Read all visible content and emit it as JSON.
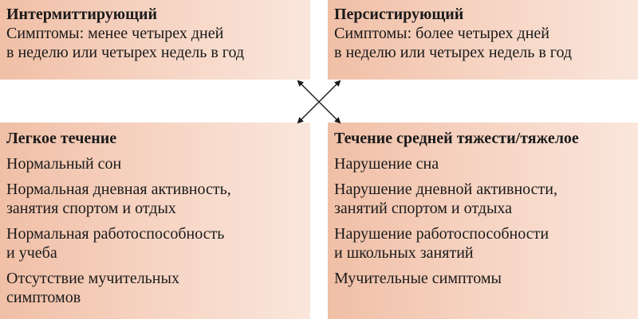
{
  "top_left": {
    "title": "Интермиттирующий",
    "line1": "Симптомы: менее четырех дней",
    "line2": "в неделю или четырех недель в год"
  },
  "top_right": {
    "title": "Персистирующий",
    "line1": "Симптомы: более четырех дней",
    "line2": "в неделю или четырех недель в год"
  },
  "bottom_left": {
    "title": "Легкое течение",
    "items": [
      [
        "Нормальный сон"
      ],
      [
        "Нормальная дневная активность,",
        "занятия спортом и отдых"
      ],
      [
        "Нормальная работоспособность",
        "и учеба"
      ],
      [
        "Отсутствие мучительных",
        "симптомов"
      ]
    ]
  },
  "bottom_right": {
    "title": "Течение средней тяжести/тяжелое",
    "items": [
      [
        "Нарушение сна"
      ],
      [
        "Нарушение дневной активности,",
        "занятий спортом и отдыха"
      ],
      [
        "Нарушение работоспособности",
        "и школьных занятий"
      ],
      [
        "Мучительные симптомы"
      ]
    ]
  },
  "colors": {
    "box_gradient_start": "#f0bfa6",
    "box_gradient_end": "#fae6dc",
    "text": "#1a1a1a",
    "arrow": "#1a1a1a"
  },
  "icons": {
    "connector": "double-headed-cross-arrows-icon"
  }
}
